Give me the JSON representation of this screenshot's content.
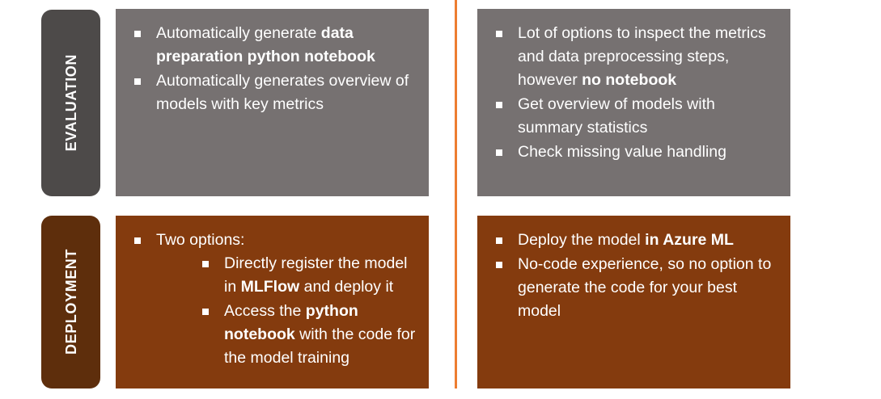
{
  "slide": {
    "divider_color": "#ED7D31",
    "colors": {
      "tab_evaluation": "#4D4A49",
      "tab_deployment": "#5E2E0C",
      "panel_gray": "#767171",
      "panel_brown": "#843B0E",
      "accent_orange": "#ED7D31",
      "text": "#FFFFFF"
    }
  },
  "rows": {
    "evaluation": {
      "label": "EVALUATION",
      "left": {
        "bullets": [
          {
            "parts": [
              {
                "text": "Automatically generate ",
                "bold": false
              },
              {
                "text": "data preparation python notebook",
                "bold": true
              }
            ]
          },
          {
            "parts": [
              {
                "text": "Automatically generates overview of models with key metrics",
                "bold": false
              }
            ]
          }
        ]
      },
      "right": {
        "bullets": [
          {
            "parts": [
              {
                "text": "Lot of options to inspect the metrics and data preprocessing steps, however ",
                "bold": false
              },
              {
                "text": "no notebook",
                "bold": true
              }
            ]
          },
          {
            "parts": [
              {
                "text": "Get overview of models with summary statistics",
                "bold": false
              }
            ]
          },
          {
            "parts": [
              {
                "text": "Check missing value handling",
                "bold": false
              }
            ]
          }
        ]
      }
    },
    "deployment": {
      "label": "DEPLOYMENT",
      "left": {
        "bullets": [
          {
            "parts": [
              {
                "text": "Two options:",
                "bold": false
              }
            ],
            "children": [
              {
                "parts": [
                  {
                    "text": "Directly register the model in ",
                    "bold": false
                  },
                  {
                    "text": "MLFlow",
                    "bold": true
                  },
                  {
                    "text": " and deploy it",
                    "bold": false
                  }
                ]
              },
              {
                "parts": [
                  {
                    "text": "Access the ",
                    "bold": false
                  },
                  {
                    "text": "python notebook",
                    "bold": true
                  },
                  {
                    "text": " with the code for the model training",
                    "bold": false
                  }
                ]
              }
            ]
          }
        ]
      },
      "right": {
        "bullets": [
          {
            "parts": [
              {
                "text": "Deploy the model ",
                "bold": false
              },
              {
                "text": "in Azure ML",
                "bold": true
              }
            ]
          },
          {
            "parts": [
              {
                "text": "No-code experience, so no option to generate the code for your best model",
                "bold": false
              }
            ]
          }
        ]
      }
    }
  }
}
